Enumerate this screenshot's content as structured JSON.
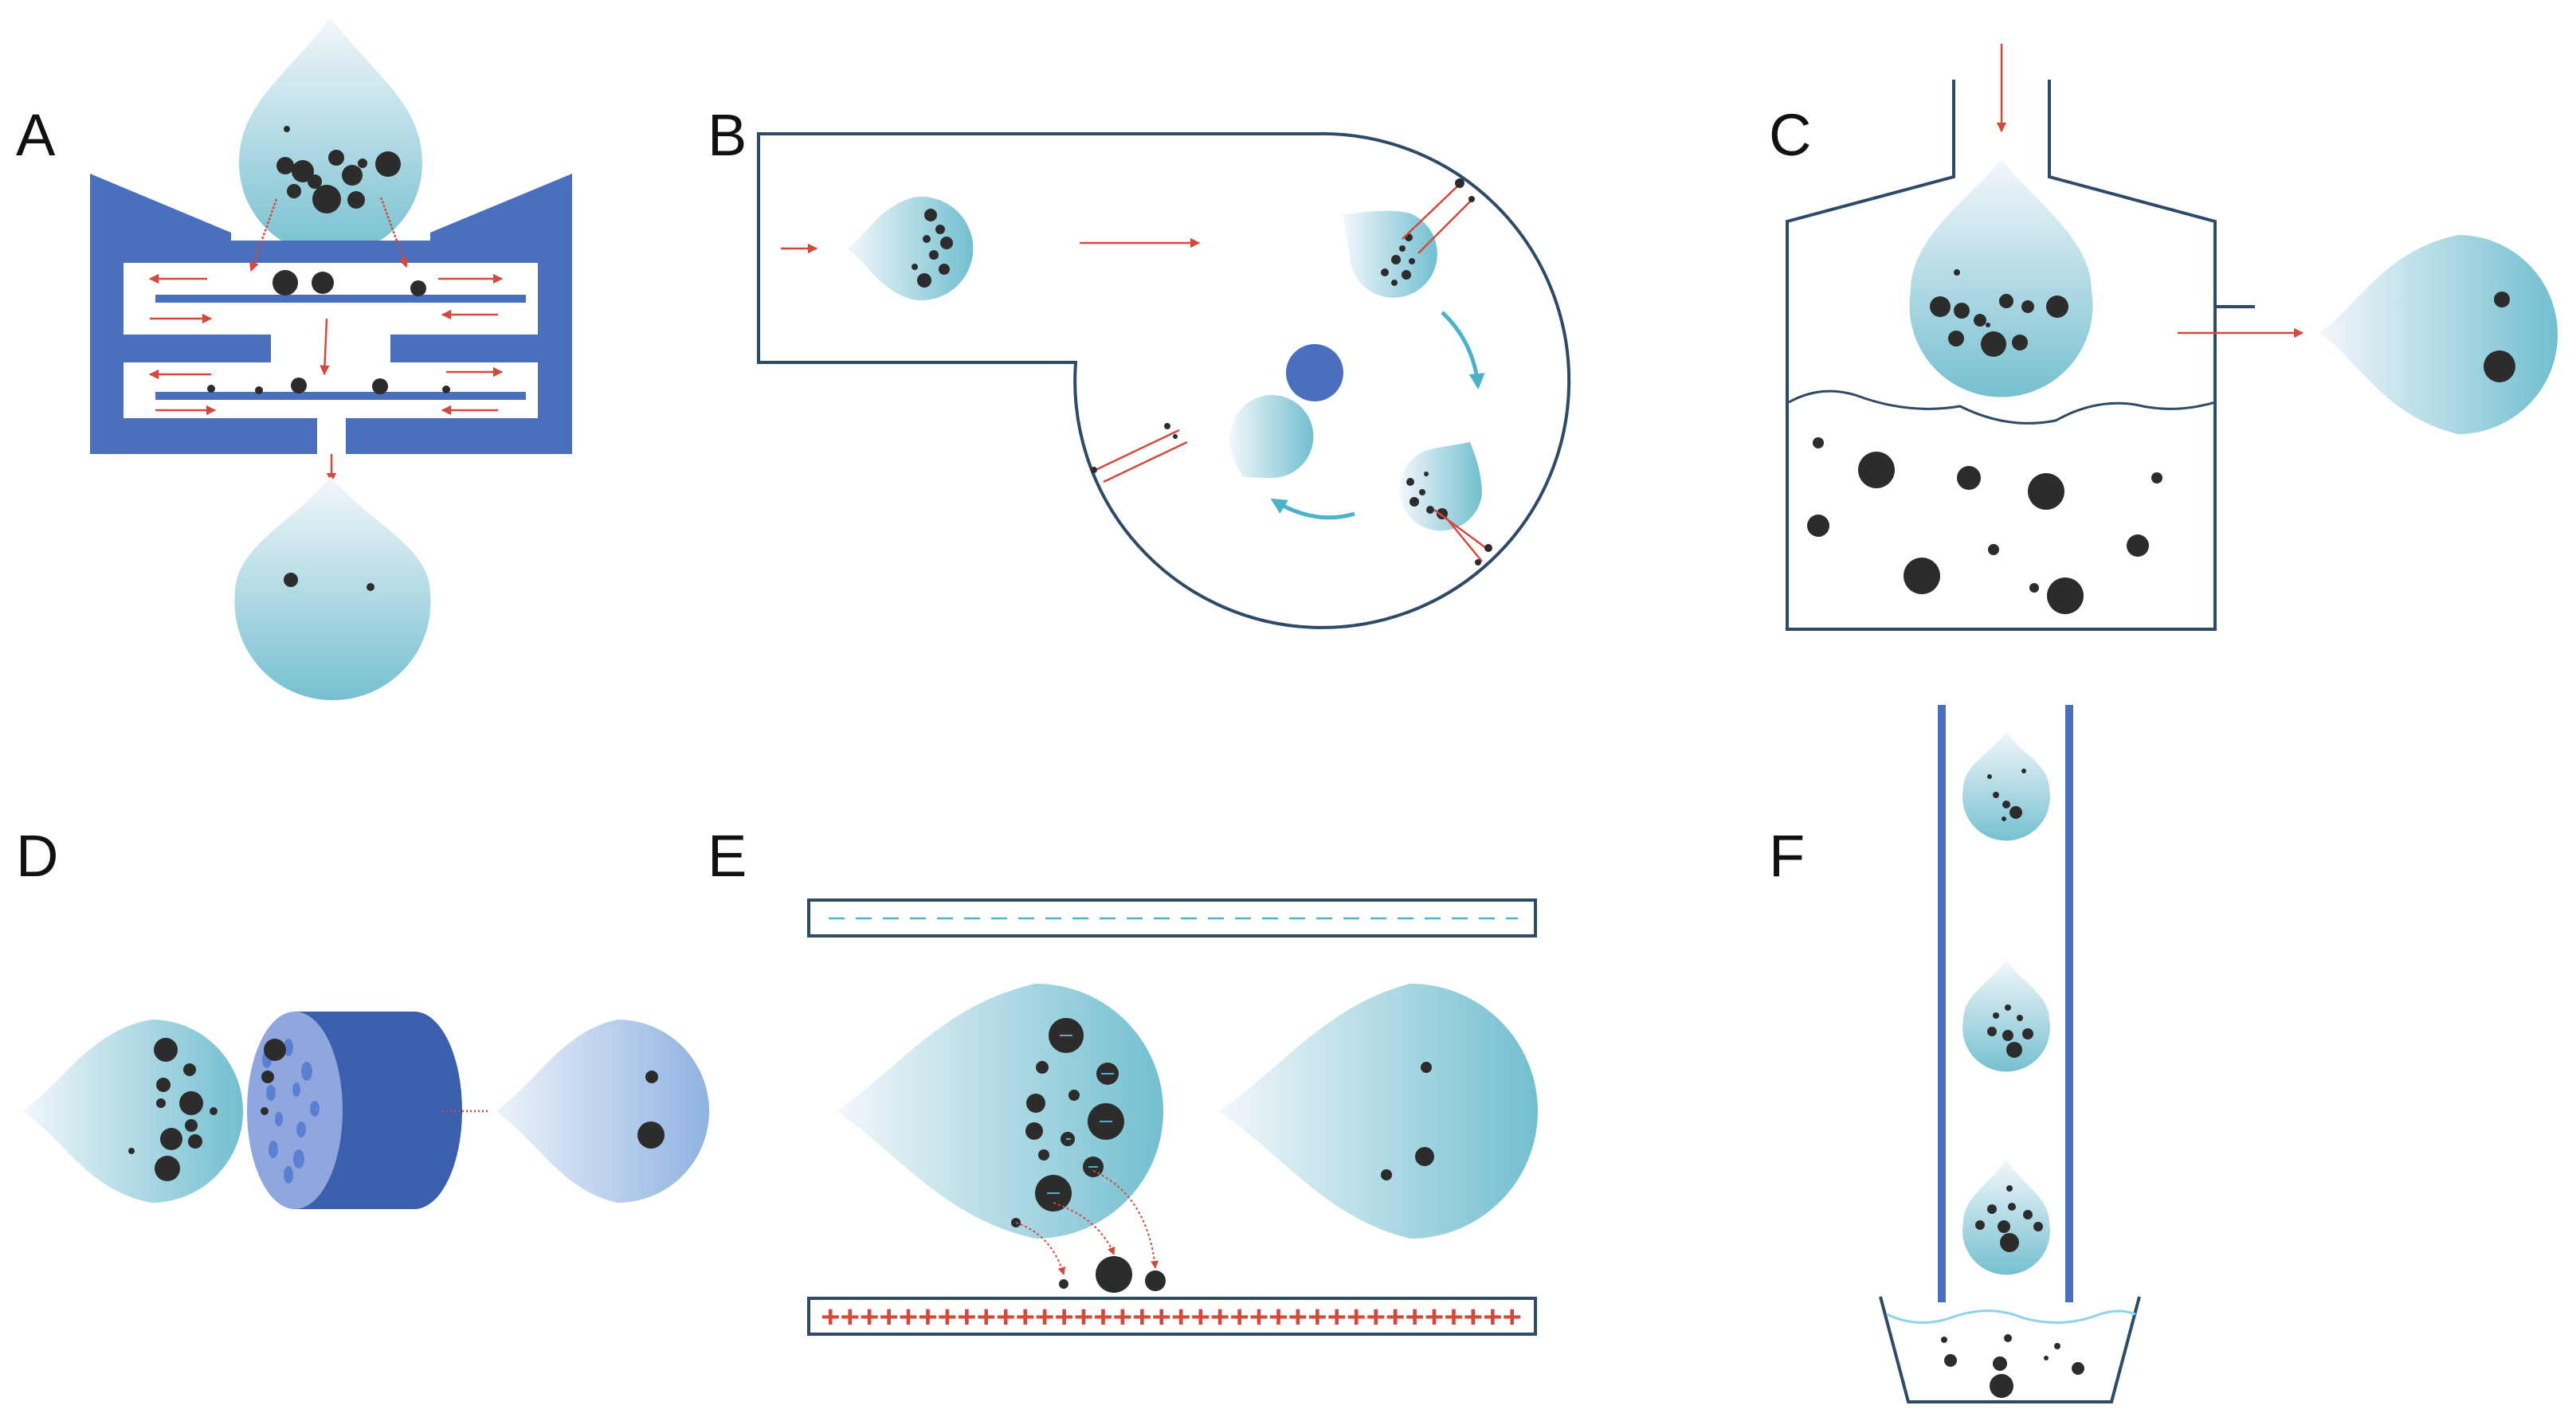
{
  "figure": {
    "panels": [
      {
        "id": "A",
        "label": "A"
      },
      {
        "id": "B",
        "label": "B"
      },
      {
        "id": "C",
        "label": "C"
      },
      {
        "id": "D",
        "label": "D"
      },
      {
        "id": "E",
        "label": "E"
      },
      {
        "id": "F",
        "label": "F"
      }
    ],
    "panel_e": {
      "collector_plate_signs": "++++++++++++++++++++++++++++++++++++"
    },
    "colors": {
      "device_blue": "#4a6fbf",
      "device_blue_dark": "#3b5fae",
      "droplet_edge": "#f2f6fb",
      "droplet_core": "#7ec4d3",
      "particle": "#2c2c2c",
      "flow_arrow": "#d24a3d",
      "rotation_arrow": "#4bb2cc",
      "outline": "#2e4a66",
      "liquid_line": "#8fd2ec"
    }
  }
}
